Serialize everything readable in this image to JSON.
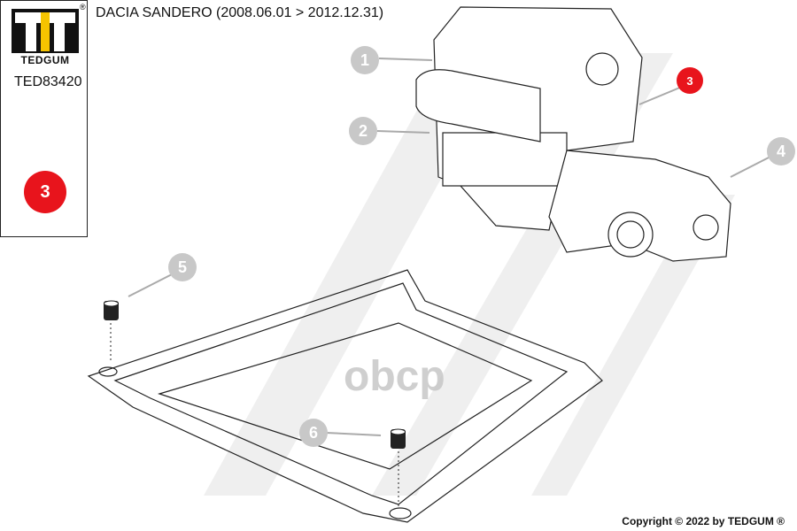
{
  "brand": {
    "name": "TEDGUM",
    "registered": "®",
    "accent": "#f5c400"
  },
  "sidebar": {
    "part_number": "TED83420",
    "position_badge": "3",
    "badge_color": "#e8141c"
  },
  "header": {
    "title": "DACIA SANDERO (2008.06.01 > 2012.12.31)"
  },
  "callouts": [
    "1",
    "2",
    "3",
    "4",
    "5",
    "6"
  ],
  "watermark": "obcp",
  "footer": {
    "copyright": "Copyright © 2022 by TEDGUM ®"
  }
}
